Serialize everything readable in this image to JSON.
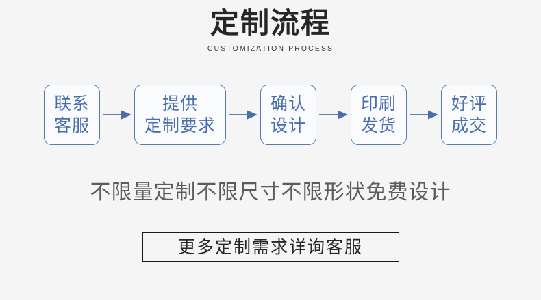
{
  "header": {
    "title": "定制流程",
    "subtitle": "CUSTOMIZATION PROCESS"
  },
  "flow": {
    "arrow_icon": "arrow-right-icon",
    "steps": [
      {
        "line1": "联系",
        "line2": "客服"
      },
      {
        "line1": "提供",
        "line2": "定制要求"
      },
      {
        "line1": "确认",
        "line2": "设计"
      },
      {
        "line1": "印刷",
        "line2": "发货"
      },
      {
        "line1": "好评",
        "line2": "成交"
      }
    ]
  },
  "tagline": "不限量定制不限尺寸不限形状免费设计",
  "cta": {
    "label": "更多定制需求详询客服"
  },
  "colors": {
    "background": "#f5f5f5",
    "accent_blue": "#4a6ead",
    "box_border": "#5b79ad",
    "title_dark": "#262626",
    "tagline_gray": "#5c5c5c",
    "cta_border": "#1a1a1a"
  }
}
